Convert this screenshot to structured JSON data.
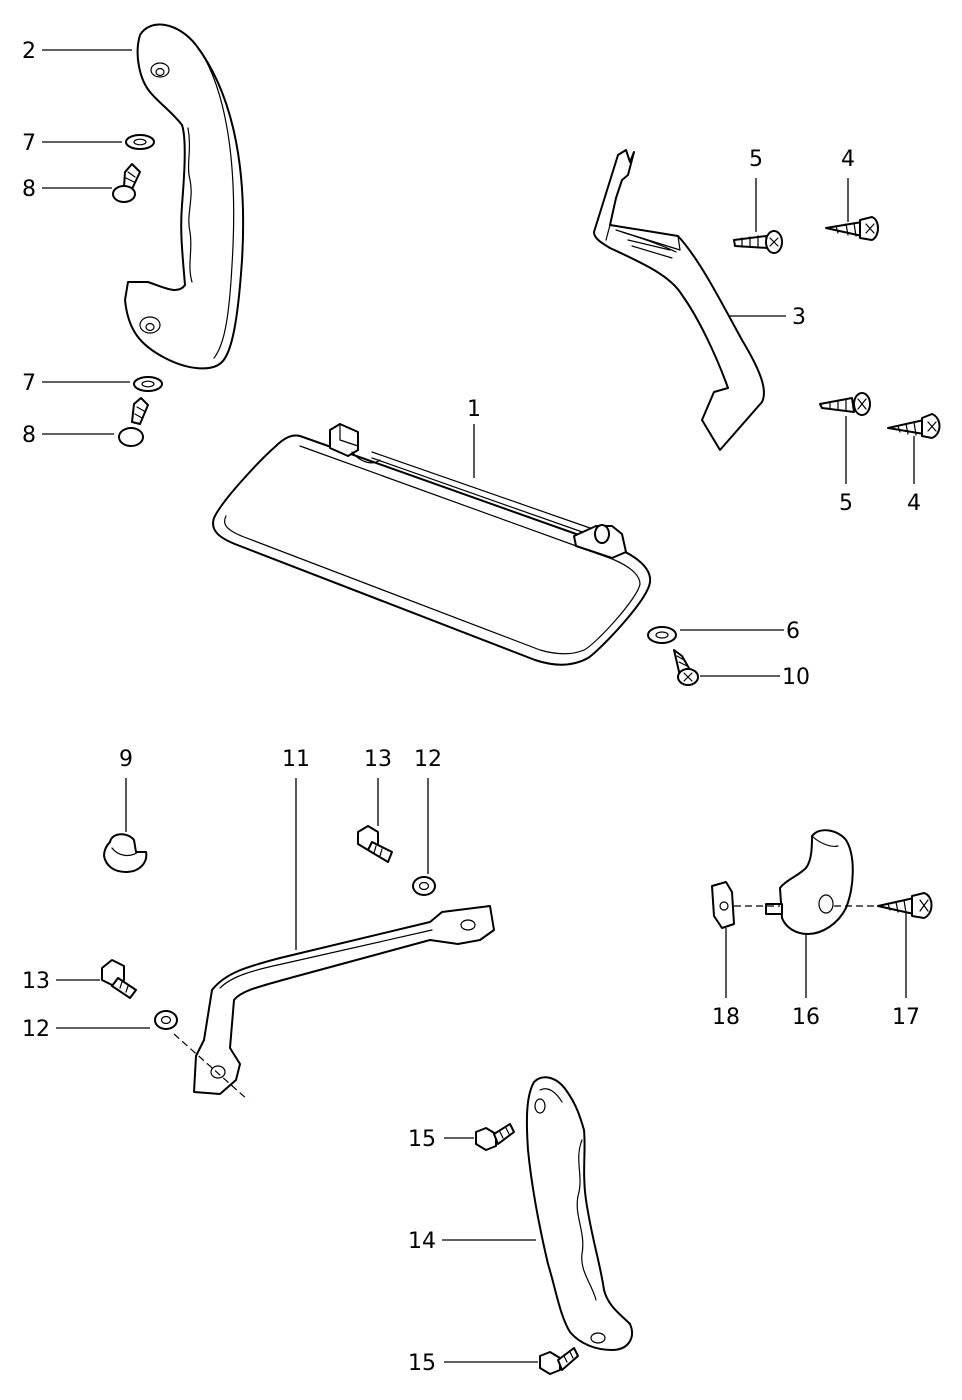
{
  "callouts": {
    "c1": "1",
    "c2": "2",
    "c3": "3",
    "c4a": "4",
    "c4b": "4",
    "c5a": "5",
    "c5b": "5",
    "c6": "6",
    "c7a": "7",
    "c7b": "7",
    "c8a": "8",
    "c8b": "8",
    "c9": "9",
    "c10": "10",
    "c11": "11",
    "c12a": "12",
    "c12b": "12",
    "c13a": "13",
    "c13b": "13",
    "c14": "14",
    "c15a": "15",
    "c15b": "15",
    "c16": "16",
    "c17": "17",
    "c18": "18"
  }
}
